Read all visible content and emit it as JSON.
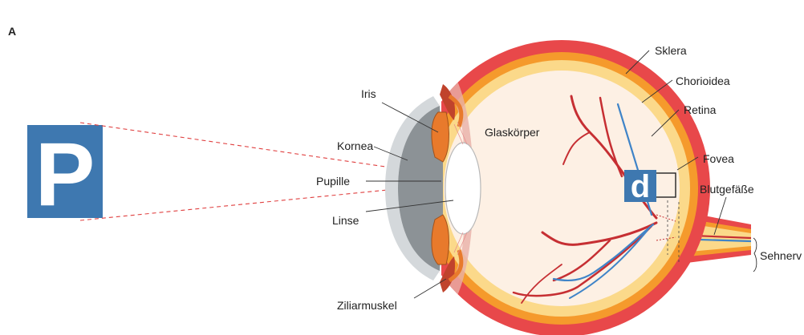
{
  "panel_label": "A",
  "object_letter": "P",
  "image_letter": "d",
  "labels": {
    "iris": "Iris",
    "glaskoerper": "Glaskörper",
    "sklera": "Sklera",
    "chorioidea": "Chorioidea",
    "retina": "Retina",
    "fovea": "Fovea",
    "blutgefaesse": "Blutgefäße",
    "sehnerv": "Sehnerv",
    "kornea": "Kornea",
    "pupille": "Pupille",
    "linse": "Linse",
    "ziliarmuskel": "Ziliarmuskel"
  },
  "colors": {
    "sclera": "#e8484a",
    "choroid": "#f59a2c",
    "retina": "#fbd98a",
    "vitreous": "#fdf0e4",
    "iris": "#e87a2c",
    "cornea": "#bfc4c8",
    "anterior": "#8c9296",
    "lens": "#ffffff",
    "artery": "#c62f33",
    "vein": "#3f84c8",
    "letter_box": "#3e78b0",
    "ray": "#e04040"
  }
}
